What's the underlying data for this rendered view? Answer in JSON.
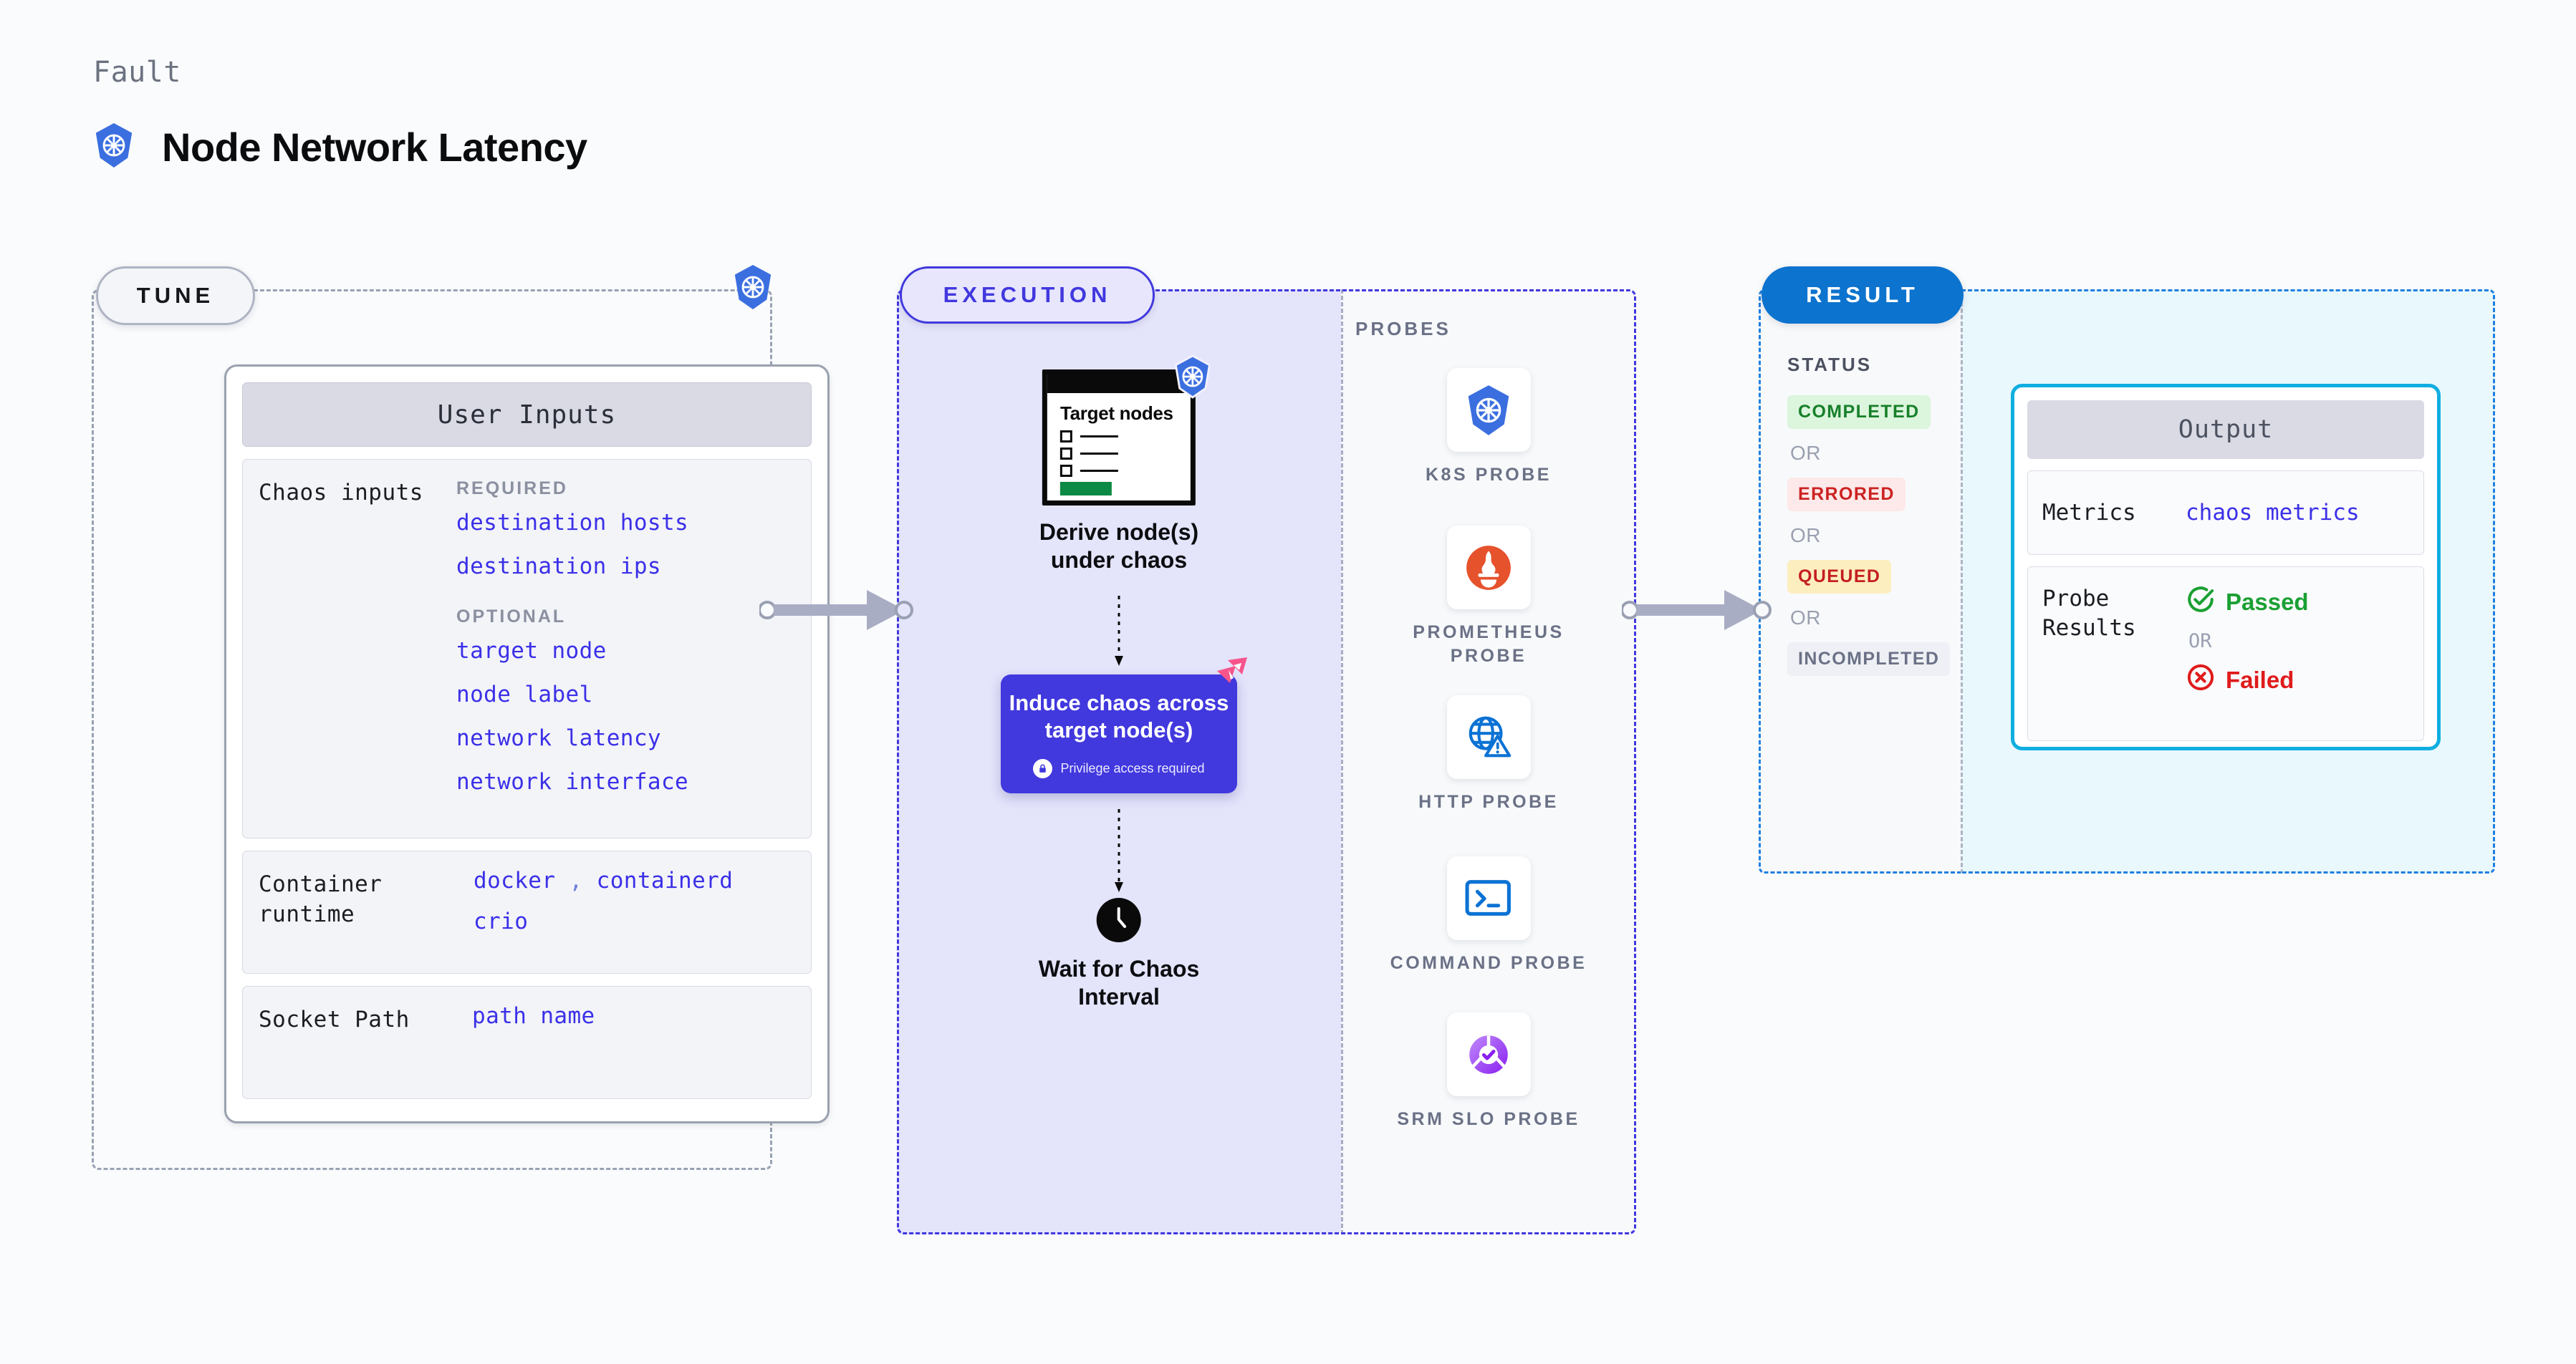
{
  "header": {
    "eyebrow": "Fault",
    "title": "Node Network Latency",
    "icon": "kubernetes-icon"
  },
  "tune": {
    "pill_label": "TUNE",
    "platform_icon": "kubernetes-icon",
    "card_title": "User Inputs",
    "sections": [
      {
        "label": "Chaos inputs",
        "groups": [
          {
            "heading": "REQUIRED",
            "values": [
              "destination hosts",
              "destination ips"
            ]
          },
          {
            "heading": "OPTIONAL",
            "values": [
              "target node",
              "node label",
              "network latency",
              "network interface"
            ]
          }
        ]
      },
      {
        "label": "Container runtime",
        "values_line1": "docker",
        "values_sep": ",",
        "values_line1b": "containerd",
        "values_line2": "crio"
      },
      {
        "label": "Socket Path",
        "value": "path name"
      }
    ]
  },
  "execution": {
    "pill_label": "EXECUTION",
    "flow": [
      {
        "id": "derive-nodes",
        "doc_title": "Target\nnodes",
        "badge_icon": "kubernetes-icon",
        "caption": "Derive node(s)\nunder chaos"
      },
      {
        "id": "induce-chaos",
        "title": "Induce chaos across\ntarget node(s)",
        "privilege_note": "Privilege access required",
        "privilege_icon": "lock-icon",
        "corner_icon": "harness-logo-icon",
        "box_color": "#4138de"
      },
      {
        "id": "wait-interval",
        "icon": "clock-icon",
        "caption": "Wait for Chaos\nInterval"
      }
    ],
    "probes_label": "PROBES",
    "probes": [
      {
        "label": "K8S PROBE",
        "icon": "kubernetes-icon"
      },
      {
        "label": "PROMETHEUS\nPROBE",
        "icon": "prometheus-icon"
      },
      {
        "label": "HTTP PROBE",
        "icon": "globe-warning-icon"
      },
      {
        "label": "COMMAND PROBE",
        "icon": "terminal-icon"
      },
      {
        "label": "SRM SLO PROBE",
        "icon": "srm-slo-icon"
      }
    ]
  },
  "result": {
    "pill_label": "RESULT",
    "status_label": "STATUS",
    "or_label": "OR",
    "statuses": [
      {
        "label": "COMPLETED",
        "bg": "#dcf5dd",
        "fg": "#17802a"
      },
      {
        "label": "ERRORED",
        "bg": "#fde9e9",
        "fg": "#cc2222"
      },
      {
        "label": "QUEUED",
        "bg": "#fdeec0",
        "fg": "#c42020"
      },
      {
        "label": "INCOMPLETED",
        "bg": "#eef0f5",
        "fg": "#6b7186"
      }
    ],
    "output": {
      "title": "Output",
      "metrics_label": "Metrics",
      "metrics_value": "chaos metrics",
      "probe_label": "Probe Results",
      "passed": "Passed",
      "failed": "Failed",
      "or_label": "OR",
      "passed_icon": "check-circle-icon",
      "failed_icon": "x-circle-icon",
      "border_color": "#10aee0"
    }
  },
  "connectors": [
    {
      "id": "tune-to-execution",
      "icon": "arrow-right-icon"
    },
    {
      "id": "execution-to-result",
      "icon": "arrow-right-icon"
    }
  ]
}
